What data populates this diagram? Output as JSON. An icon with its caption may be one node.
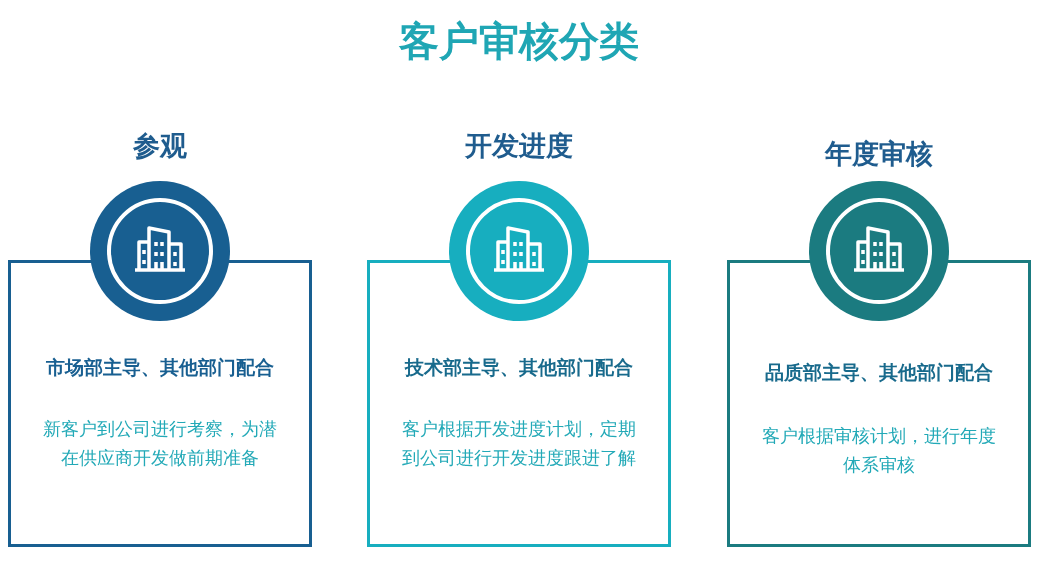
{
  "diagram": {
    "title": "客户审核分类",
    "nodes": [
      {
        "text": [
          "参观",
          "市场部主导、其他部门配合",
          "新客户到公司进行考察，为潜在供应商开发做前期准备"
        ]
      },
      {
        "text": [
          "开发进度",
          "技术部主导、其他部门配合",
          "客户根据开发进度计划，定期到公司进行开发进度跟进了解"
        ]
      },
      {
        "text": [
          "年度审核",
          "品质部主导、其他部门配合",
          "客户根据审核计划，进行年度体系审核"
        ]
      }
    ],
    "edges": []
  }
}
